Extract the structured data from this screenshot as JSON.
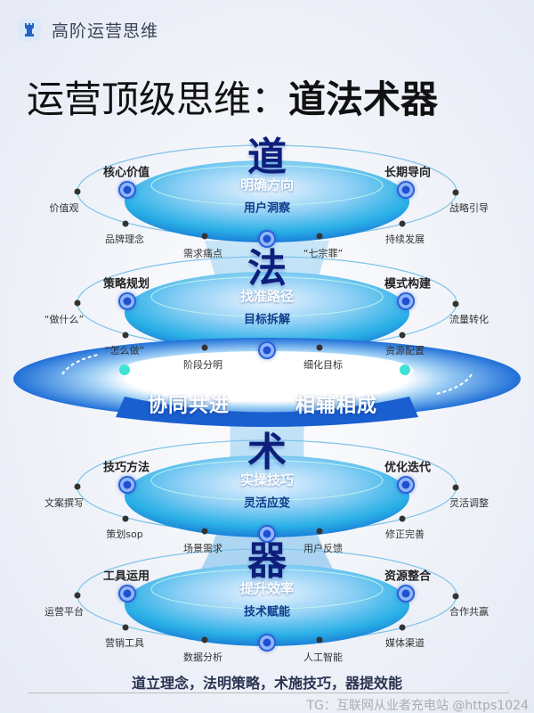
{
  "header": {
    "brand": "高阶运营思维",
    "logo_icon": "chess-rook-icon"
  },
  "title": {
    "prefix": "运营顶级思维：",
    "emphasis": "道法术器"
  },
  "colors": {
    "accent": "#1e50d0",
    "disc": "#29b6e8",
    "char": "#0d1f7a"
  },
  "layers": [
    {
      "char": "道",
      "subtitle": "明确方向",
      "center_label": "用户洞察",
      "top_left": "核心价值",
      "top_right": "长期导向",
      "side_left": "价值观",
      "side_right": "战略引导",
      "lower_left": "品牌理念",
      "lower_right": "持续发展",
      "bottom_left": "需求痛点",
      "bottom_right": "“七宗罪”"
    },
    {
      "char": "法",
      "subtitle": "找准路径",
      "center_label": "目标拆解",
      "top_left": "策略规划",
      "top_right": "模式构建",
      "side_left": "“做什么”",
      "side_right": "流量转化",
      "lower_left": "“怎么做”",
      "lower_right": "资源配置",
      "bottom_left": "阶段分明",
      "bottom_right": "细化目标"
    },
    {
      "char": "术",
      "subtitle": "实操技巧",
      "center_label": "灵活应变",
      "top_left": "技巧方法",
      "top_right": "优化迭代",
      "side_left": "文案撰写",
      "side_right": "灵活调整",
      "lower_left": "策划sop",
      "lower_right": "修正完善",
      "bottom_left": "场景需求",
      "bottom_right": "用户反馈"
    },
    {
      "char": "器",
      "subtitle": "提升效率",
      "center_label": "技术赋能",
      "top_left": "工具运用",
      "top_right": "资源整合",
      "side_left": "运营平台",
      "side_right": "合作共赢",
      "lower_left": "营销工具",
      "lower_right": "媒体渠道",
      "bottom_left": "数据分析",
      "bottom_right": "人工智能"
    }
  ],
  "ring": {
    "left": "协同共进",
    "right": "相辅相成"
  },
  "footer": {
    "tagline": "道立理念，法明策略，术施技巧，器提效能",
    "watermark": "TG：互联网从业者充电站 @https1024"
  }
}
